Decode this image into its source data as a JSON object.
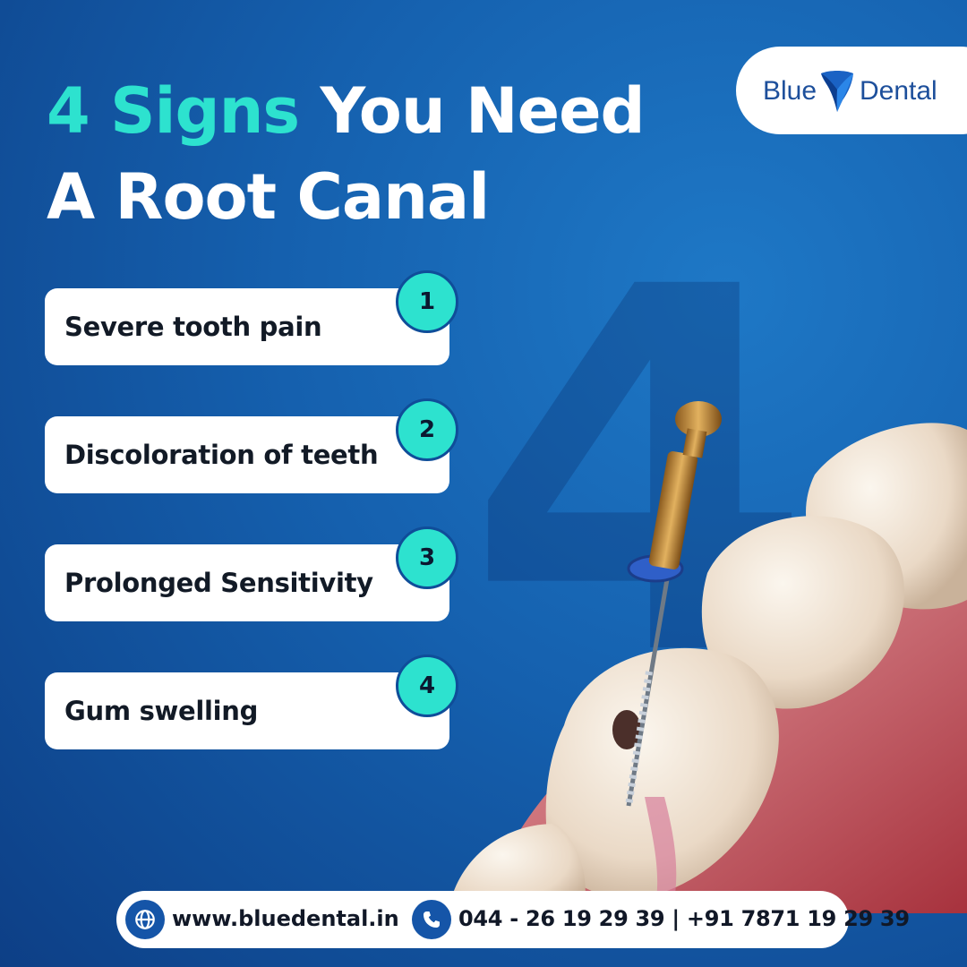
{
  "headline": {
    "accent": "4 Signs",
    "line1_rest": " You Need",
    "line2": "A Root Canal"
  },
  "logo": {
    "word1": "Blue",
    "word2": "Dental"
  },
  "background_numeral": "4",
  "signs": [
    {
      "number": "1",
      "label": "Severe tooth pain"
    },
    {
      "number": "2",
      "label": "Discoloration of teeth"
    },
    {
      "number": "3",
      "label": "Prolonged Sensitivity"
    },
    {
      "number": "4",
      "label": "Gum swelling"
    }
  ],
  "contact": {
    "website": "www.bluedental.in",
    "phone": "044 - 26 19 29 39 | +91 7871 19 29 39",
    "website_icon": "globe-icon",
    "phone_icon": "phone-icon"
  },
  "colors": {
    "background": "#1560ae",
    "accent": "#2de2cf",
    "card": "#ffffff",
    "brand": "#1d4f9b"
  }
}
